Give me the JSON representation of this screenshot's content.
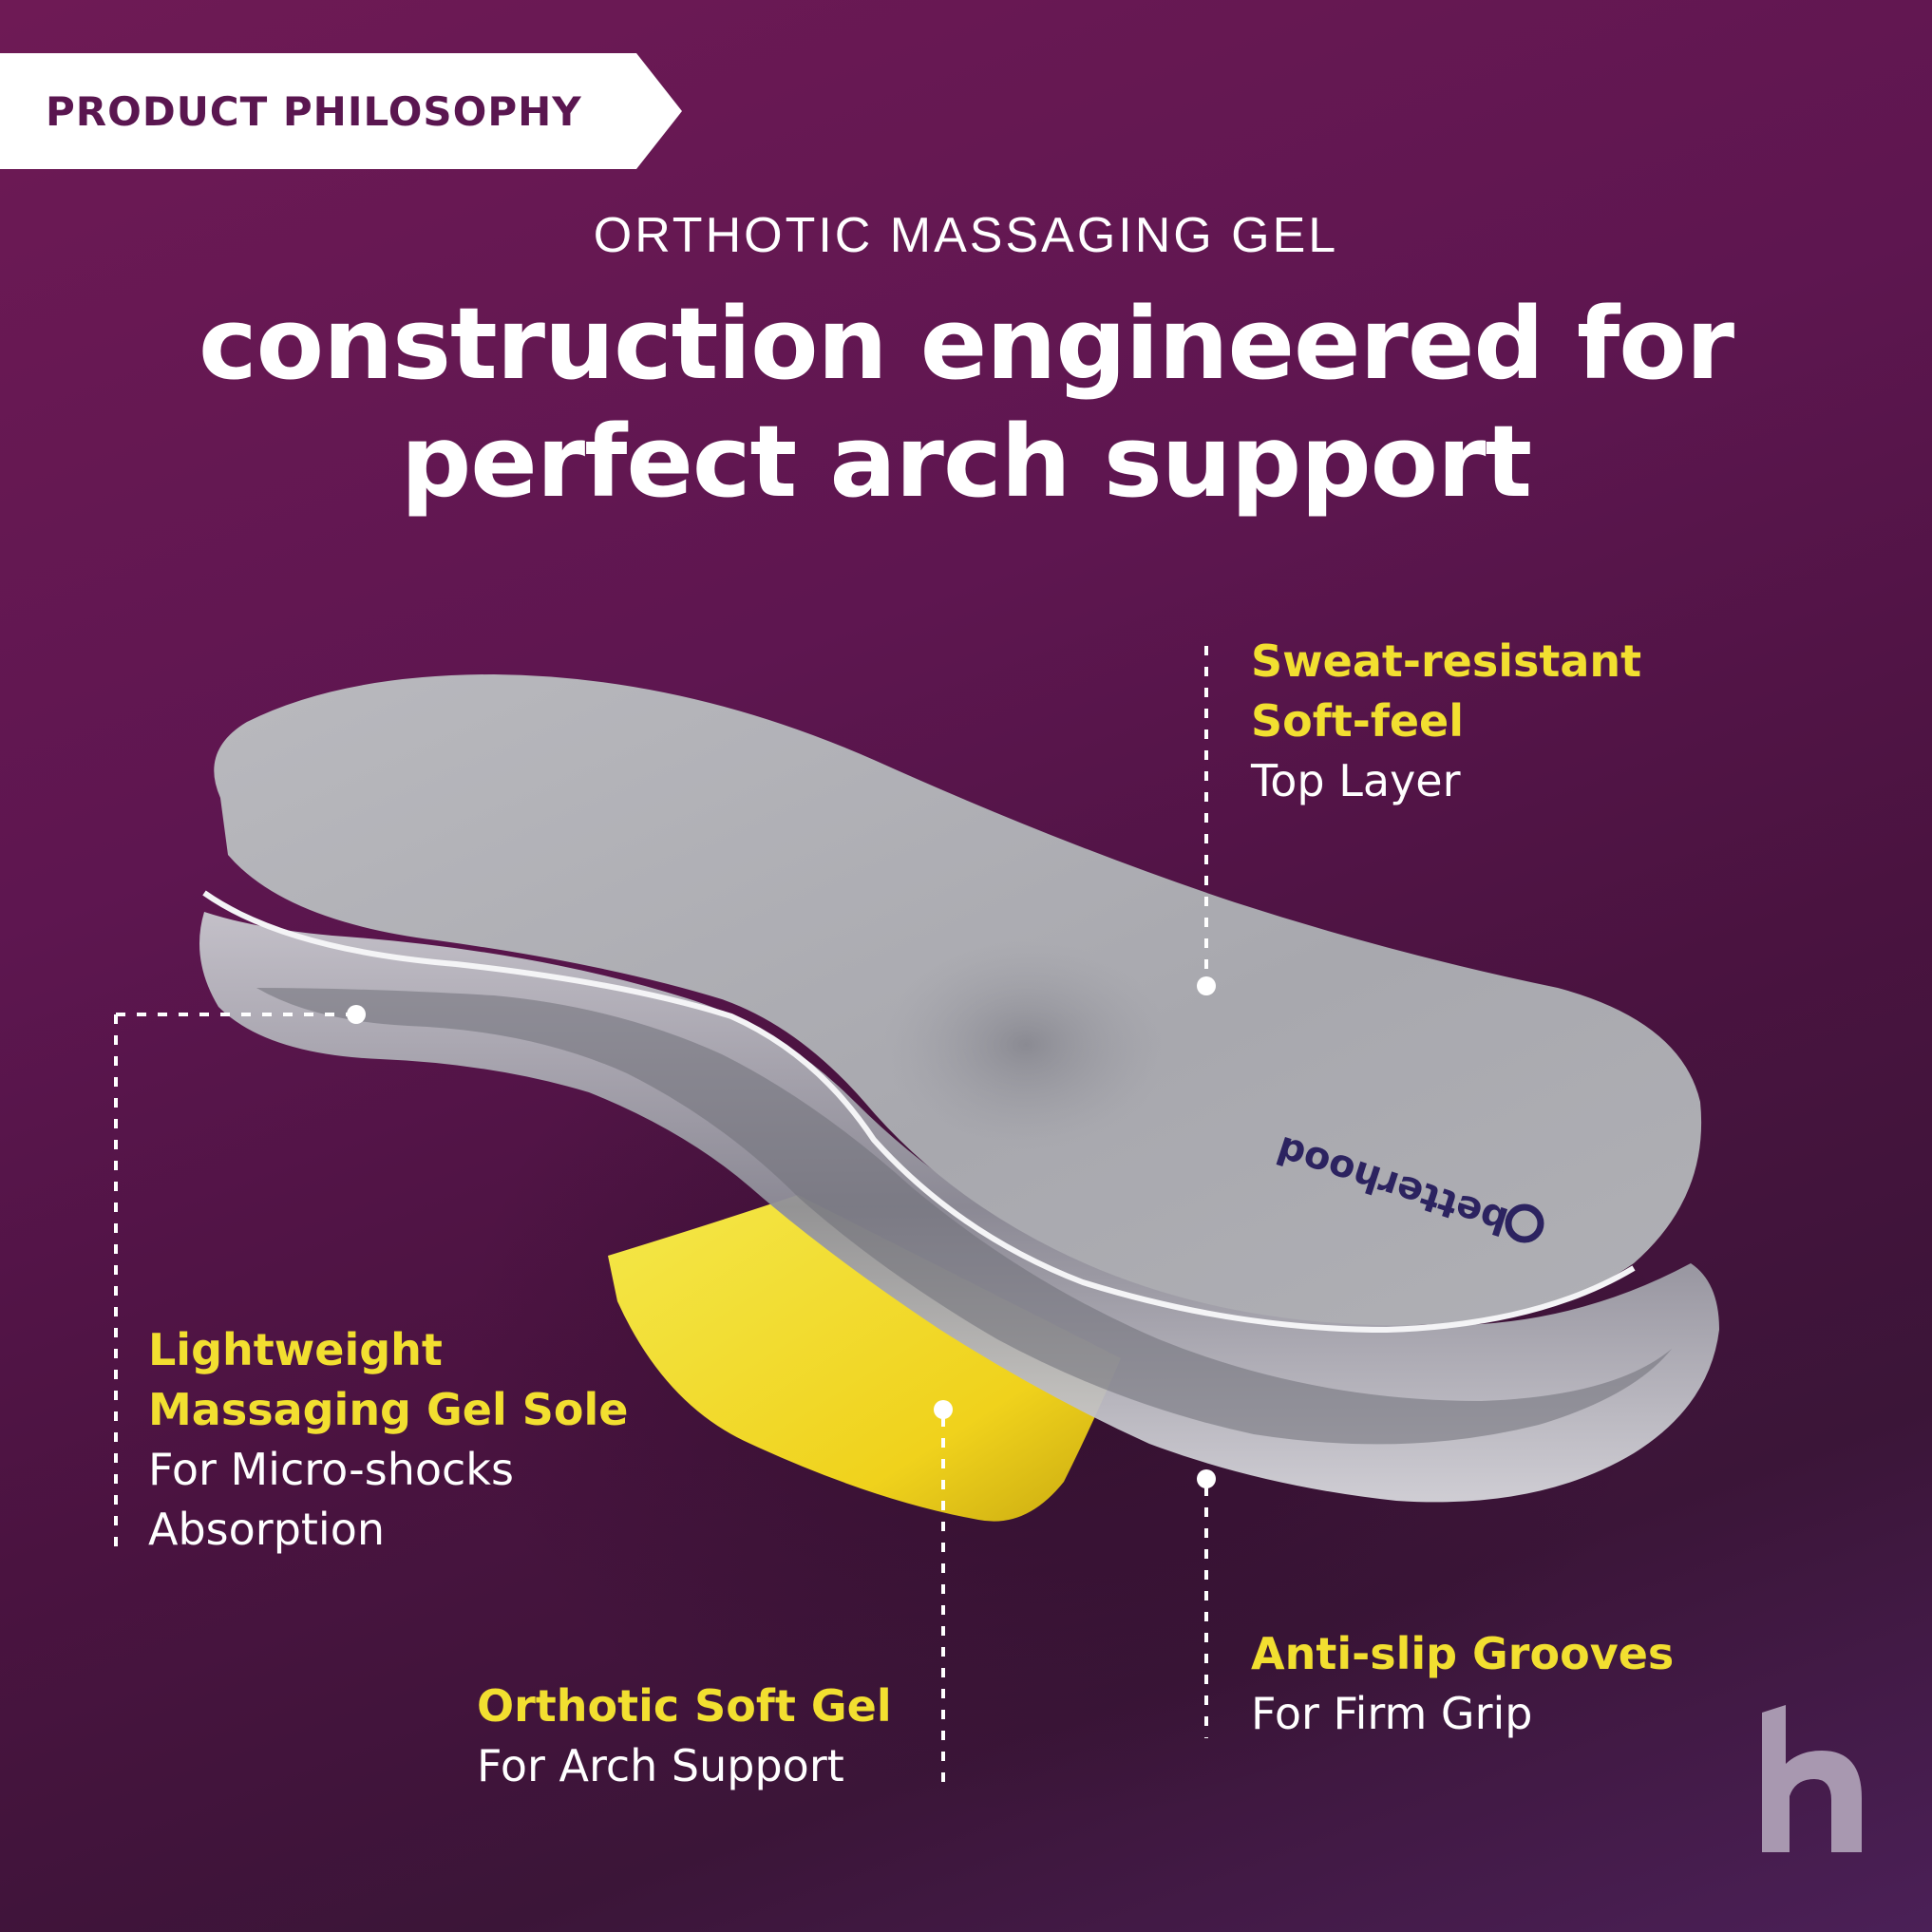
{
  "tag": {
    "label": "PRODUCT PHILOSOPHY"
  },
  "header": {
    "eyebrow": "ORTHOTIC MASSAGING GEL",
    "headline_line1": "construction engineered for",
    "headline_line2": "perfect arch support"
  },
  "callouts": {
    "top_layer": {
      "line1": "Sweat-resistant",
      "line2": "Soft-feel",
      "line3": "Top Layer"
    },
    "gel_sole": {
      "line1": "Lightweight",
      "line2": "Massaging Gel Sole",
      "line3": "For Micro-shocks",
      "line4": "Absorption"
    },
    "soft_gel": {
      "line1": "Orthotic Soft Gel",
      "line2": "For Arch Support"
    },
    "grooves": {
      "line1": "Anti-slip Grooves",
      "line2": "For Firm Grip"
    }
  },
  "insole": {
    "brand_print": "betterhood"
  },
  "colors": {
    "accent_yellow": "#f2df30",
    "brand_purple": "#5a1650",
    "background_top": "#6e1a55"
  },
  "icons": {
    "brand_logo": "brand-logo-icon"
  }
}
